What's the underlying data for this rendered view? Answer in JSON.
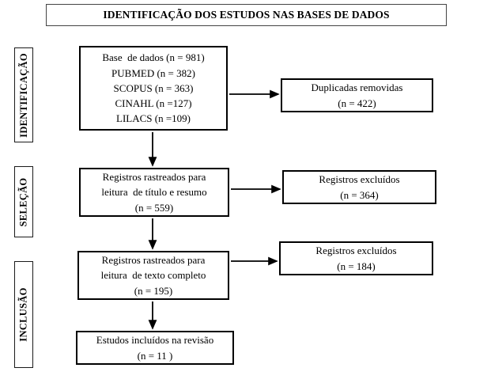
{
  "diagram": {
    "title": "IDENTIFICAÇÃO DOS ESTUDOS NAS BASES DE DADOS",
    "type": "prisma-flow-diagram",
    "language": "pt-BR",
    "colors": {
      "background": "#ffffff",
      "box_border": "#000000",
      "title_border": "#444444",
      "stage_border": "#1a1a1a",
      "text": "#000000",
      "connector": "#000000"
    },
    "stages": [
      {
        "id": "identificacao",
        "label": "IDENTIFICAÇÃO"
      },
      {
        "id": "selecao",
        "label": "SELEÇÃO"
      },
      {
        "id": "inclusao",
        "label": "INCLUSÃO"
      }
    ],
    "boxes": {
      "bases": {
        "lines": [
          "Base  de dados (n = 981)",
          "PUBMED (n = 382)",
          "SCOPUS (n = 363)",
          "CINAHL (n =127)",
          "LILACS (n =109)"
        ]
      },
      "duplicadas": {
        "lines": [
          "Duplicadas removidas",
          "(n = 422)"
        ]
      },
      "titulo_resumo": {
        "lines": [
          "Registros rastreados para",
          "leitura  de título e resumo",
          "(n = 559)"
        ]
      },
      "excluidos_1": {
        "lines": [
          "Registros excluídos",
          "(n = 364)"
        ]
      },
      "texto_completo": {
        "lines": [
          "Registros rastreados para",
          "leitura  de texto completo",
          "(n = 195)"
        ]
      },
      "excluidos_2": {
        "lines": [
          "Registros excluídos",
          "(n = 184)"
        ]
      },
      "incluidos": {
        "lines": [
          "Estudos incluídos na revisão",
          "(n = 11 )"
        ]
      }
    }
  },
  "chart_data": {
    "type": "diagram",
    "title": "IDENTIFICAÇÃO DOS ESTUDOS NAS BASES DE DADOS",
    "nodes": [
      {
        "id": "bases",
        "stage": "IDENTIFICAÇÃO",
        "label": "Base de dados",
        "n": 981,
        "sources": [
          {
            "name": "PUBMED",
            "n": 382
          },
          {
            "name": "SCOPUS",
            "n": 363
          },
          {
            "name": "CINAHL",
            "n": 127
          },
          {
            "name": "LILACS",
            "n": 109
          }
        ]
      },
      {
        "id": "duplicadas",
        "stage": "IDENTIFICAÇÃO",
        "label": "Duplicadas removidas",
        "n": 422
      },
      {
        "id": "titulo_resumo",
        "stage": "SELEÇÃO",
        "label": "Registros rastreados para leitura de título e resumo",
        "n": 559
      },
      {
        "id": "excluidos_1",
        "stage": "SELEÇÃO",
        "label": "Registros excluídos",
        "n": 364
      },
      {
        "id": "texto_completo",
        "stage": "SELEÇÃO",
        "label": "Registros rastreados para leitura de texto completo",
        "n": 195
      },
      {
        "id": "excluidos_2",
        "stage": "INCLUSÃO",
        "label": "Registros excluídos",
        "n": 184
      },
      {
        "id": "incluidos",
        "stage": "INCLUSÃO",
        "label": "Estudos incluídos na revisão",
        "n": 11
      }
    ],
    "edges": [
      {
        "from": "bases",
        "to": "duplicadas",
        "direction": "right"
      },
      {
        "from": "bases",
        "to": "titulo_resumo",
        "direction": "down"
      },
      {
        "from": "titulo_resumo",
        "to": "excluidos_1",
        "direction": "right"
      },
      {
        "from": "titulo_resumo",
        "to": "texto_completo",
        "direction": "down"
      },
      {
        "from": "texto_completo",
        "to": "excluidos_2",
        "direction": "right"
      },
      {
        "from": "texto_completo",
        "to": "incluidos",
        "direction": "down"
      }
    ]
  }
}
